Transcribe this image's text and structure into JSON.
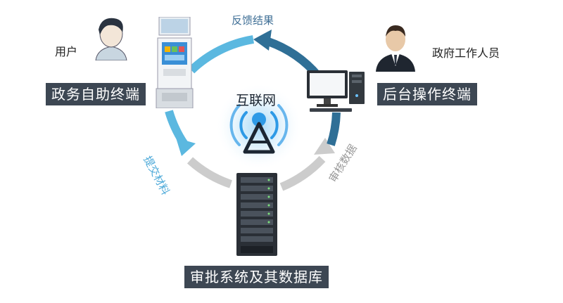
{
  "labels": {
    "user": "用户",
    "gov_staff": "政府工作人员",
    "self_service_terminal": "政务自助终端",
    "backend_terminal": "后台操作终端",
    "approval_system": "审批系统及其数据库",
    "internet": "互联网",
    "feedback": "反馈结果",
    "submit": "提交材料",
    "review": "审核数据"
  },
  "colors": {
    "label_bg": "#3d4753",
    "arrow_dark_blue": "#2f6f96",
    "arrow_light_blue": "#5bb8e0",
    "arrow_gray": "#cccccc",
    "wifi_blue": "#2e9ae6"
  }
}
